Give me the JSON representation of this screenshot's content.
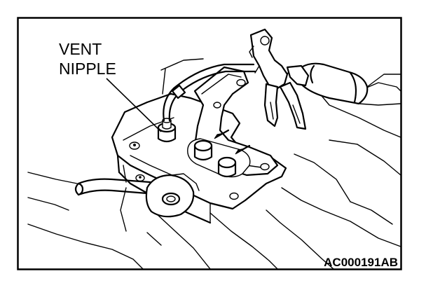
{
  "figure": {
    "label_line1": "VENT",
    "label_line2": "NIPPLE",
    "code": "AC000191AB"
  },
  "colors": {
    "ink": "#000000",
    "paper": "#ffffff"
  }
}
